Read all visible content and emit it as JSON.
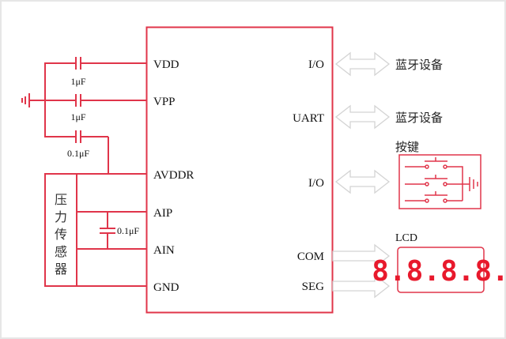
{
  "diagram": {
    "chip": {
      "left_pins": [
        "VDD",
        "VPP",
        "AVDDR",
        "AIP",
        "AIN",
        "GND"
      ],
      "right_pins": [
        "I/O",
        "UART",
        "I/O",
        "COM",
        "SEG"
      ]
    },
    "capacitors": {
      "vdd_cap": "1μF",
      "vpp_cap": "1μF",
      "avddr_cap": "0.1μF",
      "sensor_cap": "0.1μF"
    },
    "sensor": {
      "label_chars": [
        "压",
        "力",
        "传",
        "感",
        "器"
      ]
    },
    "peripherals": {
      "bluetooth_1": "蓝牙设备",
      "bluetooth_2": "蓝牙设备",
      "keys": "按键",
      "lcd": "LCD",
      "lcd_display": "8.8.8.8."
    },
    "colors": {
      "wire": "#e0354a",
      "arrow": "#d4d4d4",
      "lcd_digits": "#e8192c"
    }
  }
}
